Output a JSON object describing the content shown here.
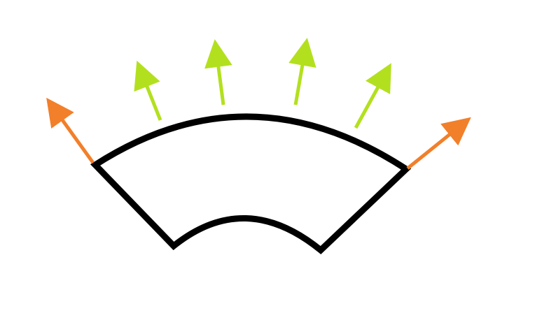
{
  "diagram": {
    "shape": "annular-sector",
    "colors": {
      "background": "#ffffff",
      "outline": "#000000",
      "edge_arrow": "#f27f2a",
      "normal_arrow": "#b3e01e"
    },
    "arrows": [
      {
        "kind": "edge",
        "position": "left"
      },
      {
        "kind": "normal",
        "position": "outer-arc"
      },
      {
        "kind": "normal",
        "position": "outer-arc"
      },
      {
        "kind": "normal",
        "position": "outer-arc"
      },
      {
        "kind": "normal",
        "position": "outer-arc"
      },
      {
        "kind": "edge",
        "position": "right"
      }
    ]
  }
}
